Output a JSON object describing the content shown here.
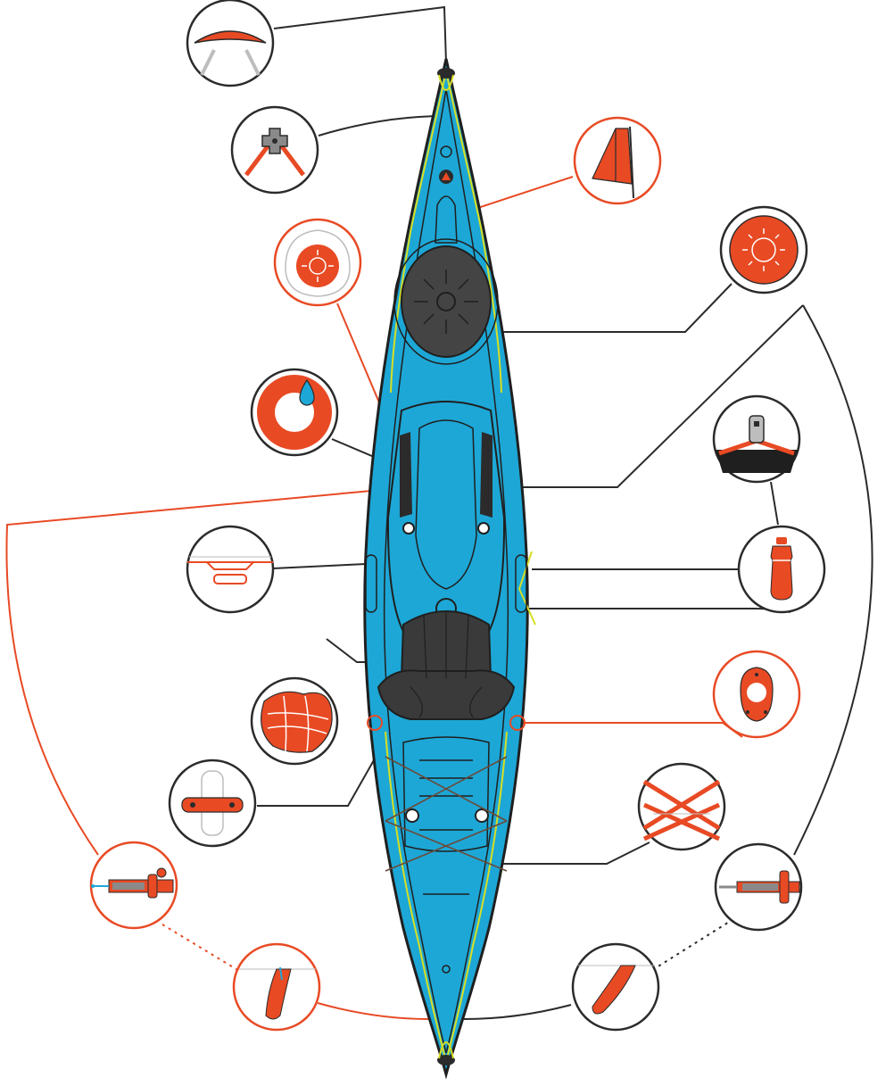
{
  "colors": {
    "hull": "#1da7d6",
    "hull_outline": "#1f1f1f",
    "deck_line": "#d7df23",
    "accent": "#e84a24",
    "dark_callout": "#2b2b2b",
    "seat": "#3a3a3a",
    "hatch": "#444444",
    "light_grey": "#bdbdbd"
  },
  "callouts": [
    {
      "name": "bow-handle-callout",
      "icon": "carry-handle-icon",
      "style": "dark"
    },
    {
      "name": "deck-fitting-callout",
      "icon": "deck-fitting-icon",
      "style": "dark"
    },
    {
      "name": "skeg-sail-callout",
      "icon": "sail-icon",
      "style": "accent"
    },
    {
      "name": "day-hatch-callout",
      "icon": "day-hatch-icon",
      "style": "accent"
    },
    {
      "name": "round-hatch-callout",
      "icon": "round-hatch-icon",
      "style": "dark"
    },
    {
      "name": "drain-plug-callout",
      "icon": "drain-plug-icon",
      "style": "dark"
    },
    {
      "name": "thigh-brace-callout",
      "icon": "thigh-brace-icon",
      "style": "dark"
    },
    {
      "name": "paddle-park-callout",
      "icon": "paddle-park-icon",
      "style": "dark"
    },
    {
      "name": "bottle-holder-callout",
      "icon": "bottle-icon",
      "style": "dark"
    },
    {
      "name": "seat-callout",
      "icon": "seat-pad-icon",
      "style": "dark"
    },
    {
      "name": "deck-cup-callout",
      "icon": "deck-cup-icon",
      "style": "accent"
    },
    {
      "name": "side-handle-callout",
      "icon": "side-handle-icon",
      "style": "dark"
    },
    {
      "name": "bungee-callout",
      "icon": "bungee-icon",
      "style": "dark"
    },
    {
      "name": "skeg-slider-left-callout",
      "icon": "skeg-slider-icon",
      "style": "accent"
    },
    {
      "name": "skeg-slider-right-callout",
      "icon": "rudder-slider-icon",
      "style": "dark"
    },
    {
      "name": "skeg-blade-callout",
      "icon": "skeg-blade-icon",
      "style": "accent"
    },
    {
      "name": "rudder-blade-callout",
      "icon": "rudder-blade-icon",
      "style": "dark"
    }
  ]
}
